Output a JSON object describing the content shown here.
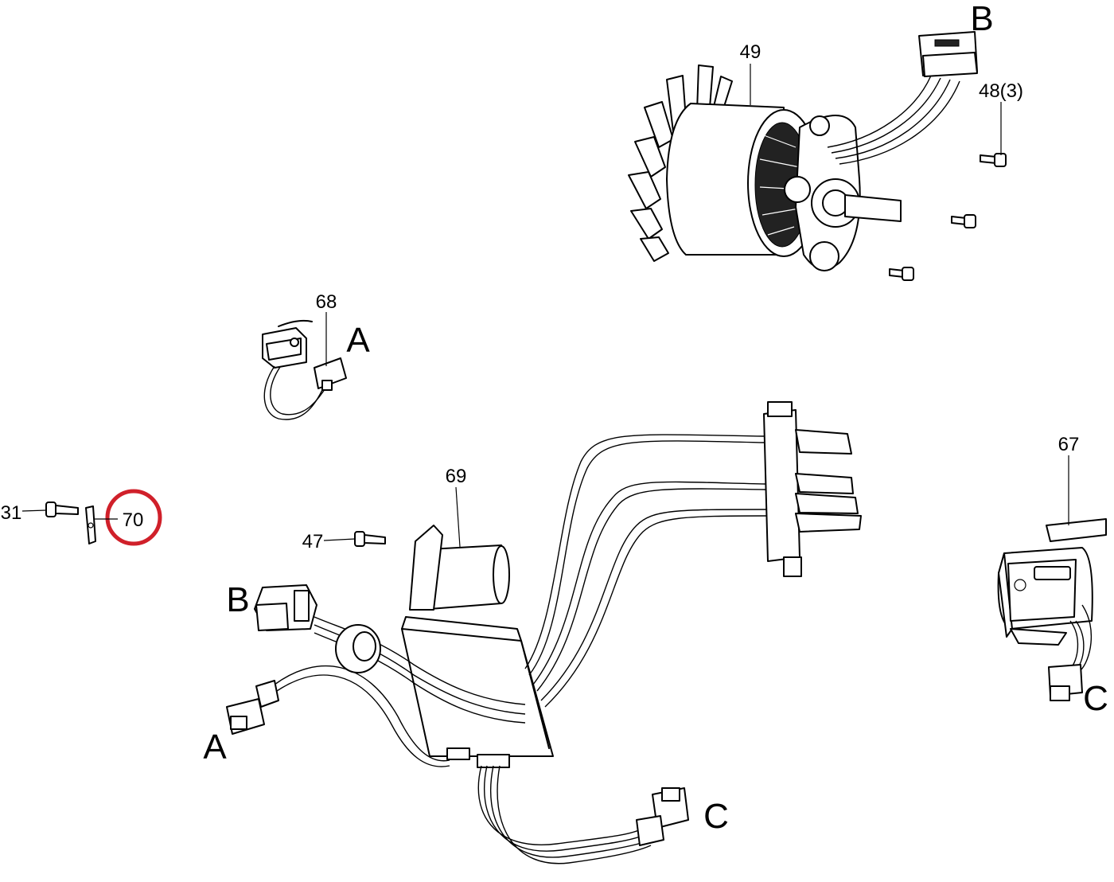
{
  "callouts": {
    "p49": "49",
    "p48": "48(3)",
    "p68": "68",
    "p69": "69",
    "p67": "67",
    "p47": "47",
    "p31": "31",
    "p70": "70"
  },
  "connector_letters": {
    "b_motor": "B",
    "a_switch": "A",
    "b_harness": "B",
    "a_harness": "A",
    "c_harness": "C",
    "c_panel": "C"
  },
  "highlight": {
    "part": "70",
    "color": "#d0202a"
  }
}
